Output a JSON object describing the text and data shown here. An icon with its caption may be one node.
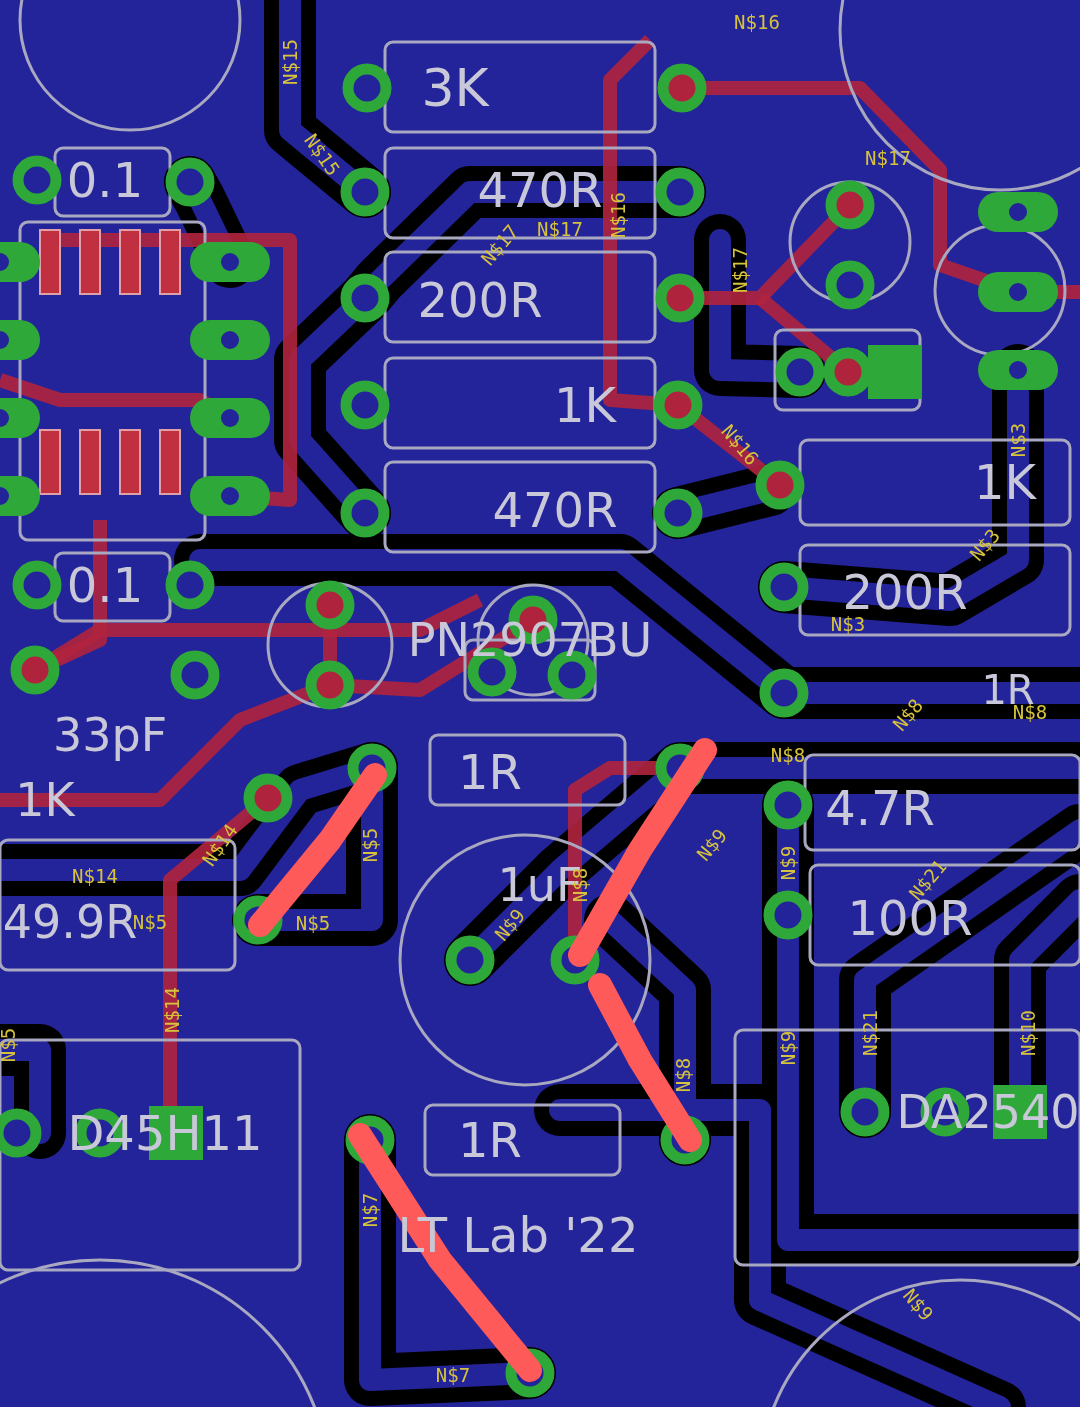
{
  "diagram": {
    "labels": [
      "N$16",
      "N$15",
      "3K",
      "0.1",
      "N$15",
      "470R",
      "N$17",
      "N$16",
      "N$17",
      "N$17",
      "N$17",
      "200R",
      "1K",
      "N$16",
      "N$3",
      "1K",
      "470R",
      "0.1",
      "N$3",
      "200R",
      "N$3",
      "PN2907BU",
      "1R",
      "N$8",
      "33pF",
      "N$8",
      "1K",
      "1R",
      "N$8",
      "N$14",
      "N$5",
      "4.7R",
      "N$9",
      "N$9",
      "N$14",
      "1uF",
      "N$9",
      "N$8",
      "N$21",
      "49.9R",
      "N$5",
      "N$5",
      "100R",
      "N$5",
      "N$14",
      "N$9",
      "N$21",
      "N$10",
      "N$8",
      "D45H11",
      "DA2540",
      "1R",
      "N$7",
      "LT Lab '22",
      "N$7",
      "N$9"
    ]
  }
}
